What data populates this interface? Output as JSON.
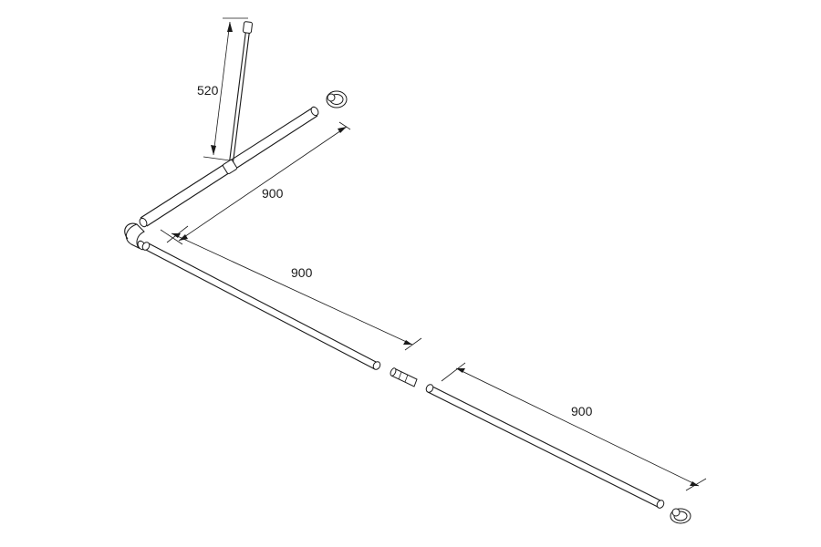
{
  "diagram": {
    "dimensions": {
      "hanger_height": "520",
      "upper_rail_length": "900",
      "middle_rail_length": "900",
      "lower_rail_length": "900"
    }
  }
}
